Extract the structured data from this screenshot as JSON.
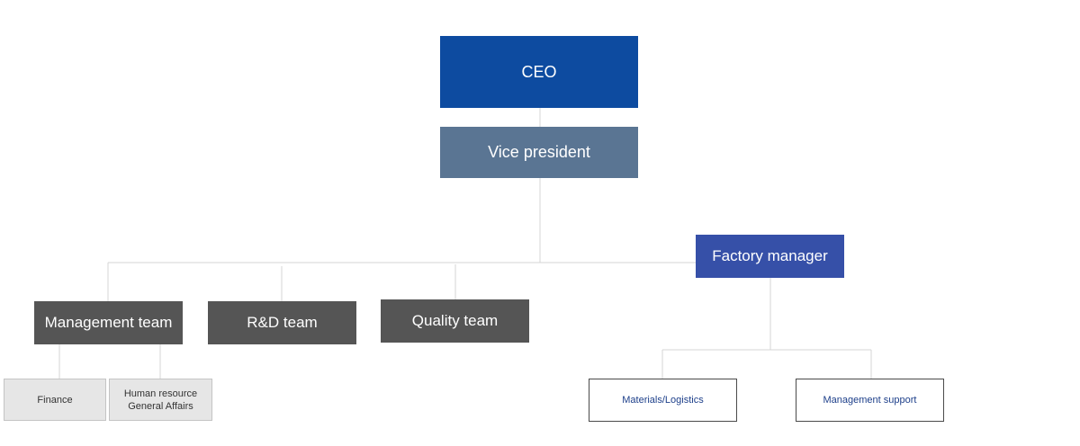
{
  "org_chart": {
    "ceo": "CEO",
    "vice_president": "Vice president",
    "factory_manager": "Factory manager",
    "teams": {
      "management": "Management team",
      "rnd": "R&D team",
      "quality": "Quality team"
    },
    "management_sub": {
      "finance": "Finance",
      "hr_line1": "Human resource",
      "hr_line2": "General Affairs"
    },
    "factory_sub": {
      "materials": "Materials/Logistics",
      "support": "Management support"
    }
  },
  "colors": {
    "ceo": "#0d4ba0",
    "vice_president": "#5a7593",
    "factory_manager": "#3650a8",
    "team": "#555555",
    "sub_unit_fill": "#e6e6e6",
    "sub_unit_text": "#1d3f8a",
    "connector": "#d4d4d4"
  }
}
